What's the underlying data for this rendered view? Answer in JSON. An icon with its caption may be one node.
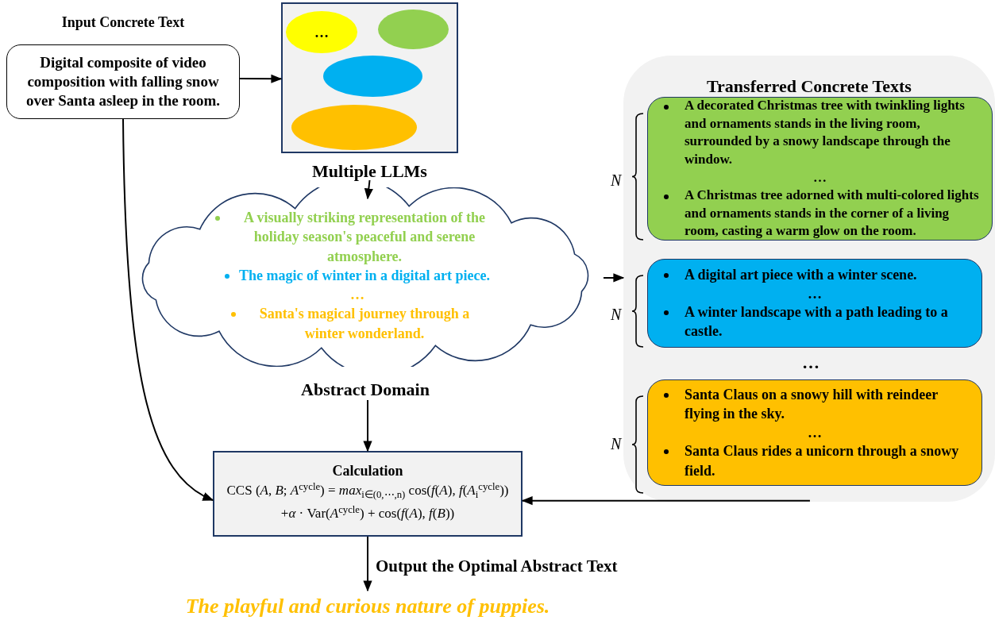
{
  "diagram": {
    "nodes": [
      {
        "text": [
          "Input Concrete Text",
          "Digital composite of video composition with falling snow over Santa asleep in the room."
        ]
      },
      {
        "text": [
          "Multiple LLMs"
        ]
      },
      {
        "text": [
          "…"
        ],
        "in": 1
      },
      {
        "text": [],
        "shape": "ellipse",
        "in": 1
      },
      {
        "text": [],
        "shape": "ellipse",
        "in": 1
      },
      {
        "text": [],
        "shape": "ellipse",
        "in": 1
      },
      {
        "text": [
          "A visually striking representation of the holiday season's peaceful and serene atmosphere.",
          "The magic of winter in a digital art piece.",
          "…",
          "Santa's magical journey through a winter wonderland.",
          "Abstract Domain"
        ]
      },
      {
        "text": [
          "Transferred Concrete Texts",
          "…"
        ]
      },
      {
        "text": [
          "A decorated Christmas tree with twinkling lights and ornaments stands in the living room, surrounded by a snowy landscape through the window.",
          "…",
          "A Christmas tree adorned with multi-colored lights and ornaments stands in the corner of a living room, casting a warm glow on the room."
        ],
        "beside": [
          "N"
        ],
        "in": 7
      },
      {
        "text": [
          "A digital art piece with a winter scene.",
          "…",
          "A winter landscape with a path leading to a castle."
        ],
        "beside": [
          "N"
        ],
        "in": 7
      },
      {
        "text": [
          "Santa Claus on a snowy hill with reindeer flying in the sky.",
          "…",
          "Santa Claus rides a unicorn through a snowy field."
        ],
        "beside": [
          "N"
        ],
        "in": 7
      },
      {
        "text": [
          "Calculation",
          "CCS (*A*, *B*; *A*$^{cycle}$) = *max*$_{i∈(0,⋯,n)}$ cos(*f*(*A*), *f*(*A*$_{i}$$^{cycle}$))",
          "+*α* · Var(*A*$^{cycle}$) + cos(*f*(*A*), *f*(*B*))"
        ]
      },
      {
        "text": [
          "The playful and curious nature of puppies."
        ]
      }
    ],
    "edges": [
      {
        "from": 0,
        "to": 1,
        "arrow": "to"
      },
      {
        "from": 1,
        "to": 6,
        "arrow": "to"
      },
      {
        "from": 6,
        "to": 7,
        "arrow": "to"
      },
      {
        "from": 6,
        "to": 11,
        "arrow": "to"
      },
      {
        "from": 0,
        "to": 11,
        "arrow": "to"
      },
      {
        "from": 7,
        "to": 11,
        "arrow": "to"
      },
      {
        "from": 11,
        "to": 12,
        "arrow": "to",
        "label": "Output the Optimal Abstract Text"
      }
    ]
  }
}
